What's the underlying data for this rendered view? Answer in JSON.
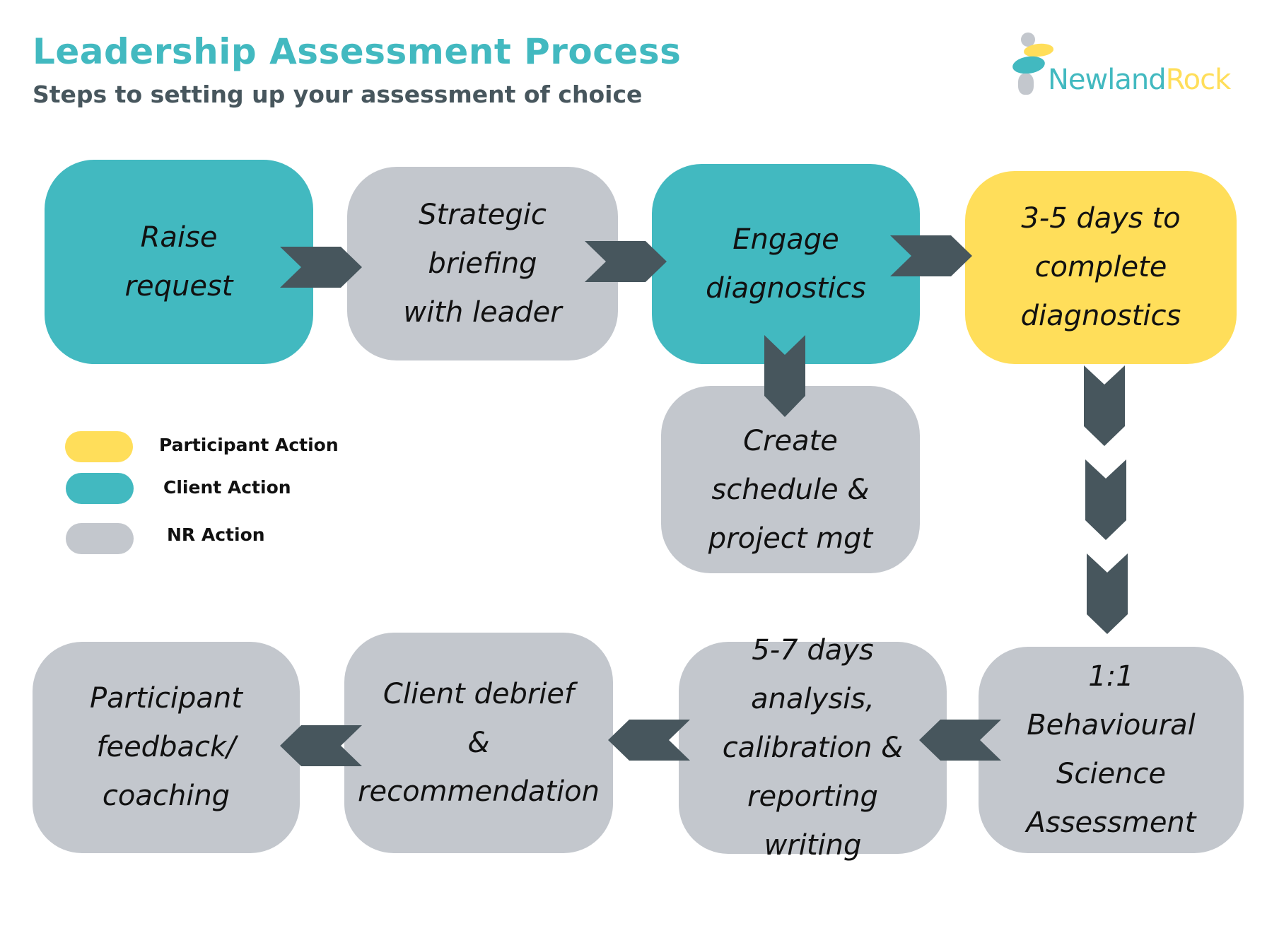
{
  "header": {
    "title": "Leadership Assessment Process",
    "subtitle": "Steps to setting up your assessment of choice"
  },
  "logo": {
    "name_part1": "Newland",
    "name_part2": "Rock",
    "colors": {
      "teal": "#42B9C0",
      "yellow": "#FFDE5A",
      "grey": "#C3C7CD"
    }
  },
  "colors": {
    "client_action": "#42B9C0",
    "participant_action": "#FFDE5A",
    "nr_action": "#C3C7CD",
    "arrow": "#47565D",
    "title": "#42B9C0",
    "subtitle": "#47565D"
  },
  "steps": [
    {
      "id": 1,
      "text": "Raise\nrequest",
      "type": "client"
    },
    {
      "id": 2,
      "text": "Strategic\nbriefing\nwith leader",
      "type": "nr"
    },
    {
      "id": 3,
      "text": "Engage\ndiagnostics",
      "type": "client"
    },
    {
      "id": 4,
      "text": "3-5 days to\ncomplete\ndiagnostics",
      "type": "participant"
    },
    {
      "id": 5,
      "text": "Create\nschedule &\nproject mgt",
      "type": "nr"
    },
    {
      "id": 6,
      "text": "1:1\nBehavioural\nScience\nAssessment",
      "type": "nr"
    },
    {
      "id": 7,
      "text": "5-7 days analysis,\ncalibration &\nreporting\nwriting",
      "type": "nr"
    },
    {
      "id": 8,
      "text": "Client debrief\n&\nrecommendation",
      "type": "nr"
    },
    {
      "id": 9,
      "text": "Participant\nfeedback/\ncoaching",
      "type": "nr"
    }
  ],
  "flow": [
    {
      "from": 1,
      "to": 2,
      "direction": "right"
    },
    {
      "from": 2,
      "to": 3,
      "direction": "right"
    },
    {
      "from": 3,
      "to": 4,
      "direction": "right"
    },
    {
      "from": 3,
      "to": 5,
      "direction": "down"
    },
    {
      "from": 4,
      "to": 6,
      "direction": "down",
      "chevrons": 3
    },
    {
      "from": 6,
      "to": 7,
      "direction": "left"
    },
    {
      "from": 7,
      "to": 8,
      "direction": "left"
    },
    {
      "from": 8,
      "to": 9,
      "direction": "left"
    }
  ],
  "legend": [
    {
      "label": "Participant Action",
      "color": "#FFDE5A"
    },
    {
      "label": "Client Action",
      "color": "#42B9C0"
    },
    {
      "label": "NR Action",
      "color": "#C3C7CD"
    }
  ]
}
